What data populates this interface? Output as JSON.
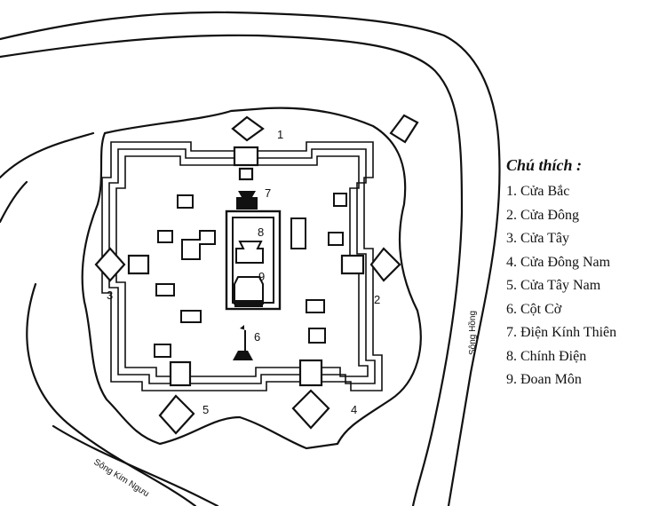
{
  "map": {
    "gate_numbers": [
      "1",
      "2",
      "3",
      "4",
      "5",
      "6",
      "7",
      "8",
      "9"
    ],
    "rivers": {
      "east": "Sông Hồng",
      "south": "Sông Kim Ngưu"
    }
  },
  "legend": {
    "title": "Chú thích :",
    "items": [
      "1. Cửa Bắc",
      "2. Cửa Đông",
      "3. Cửa Tây",
      "4. Cửa Đông Nam",
      "5. Cửa Tây Nam",
      "6. Cột Cờ",
      "7. Điện Kính Thiên",
      "8. Chính Điện",
      "9. Đoan Môn"
    ]
  }
}
